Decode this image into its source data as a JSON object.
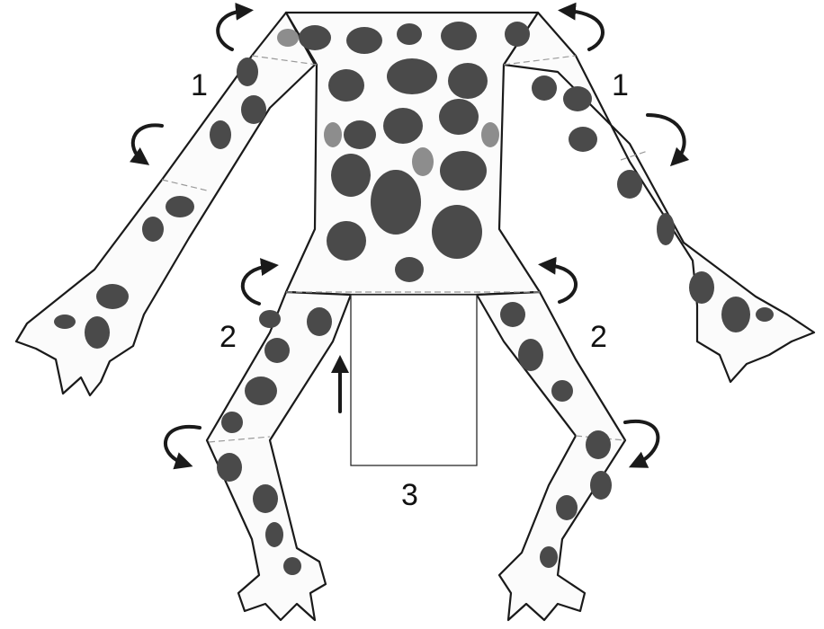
{
  "labels": {
    "top_left_arm": "1",
    "top_right_arm": "1",
    "left_leg": "2",
    "right_leg": "2",
    "belly_flap": "3"
  },
  "colors": {
    "outline": "#1a1a1a",
    "spots_dark": "#4a4a4a",
    "spots_light": "#8d8d8d",
    "paper": "#fbfbfb"
  },
  "icons": {
    "curved_arrow": "curved-fold-arrow",
    "straight_arrow": "up-arrow"
  }
}
